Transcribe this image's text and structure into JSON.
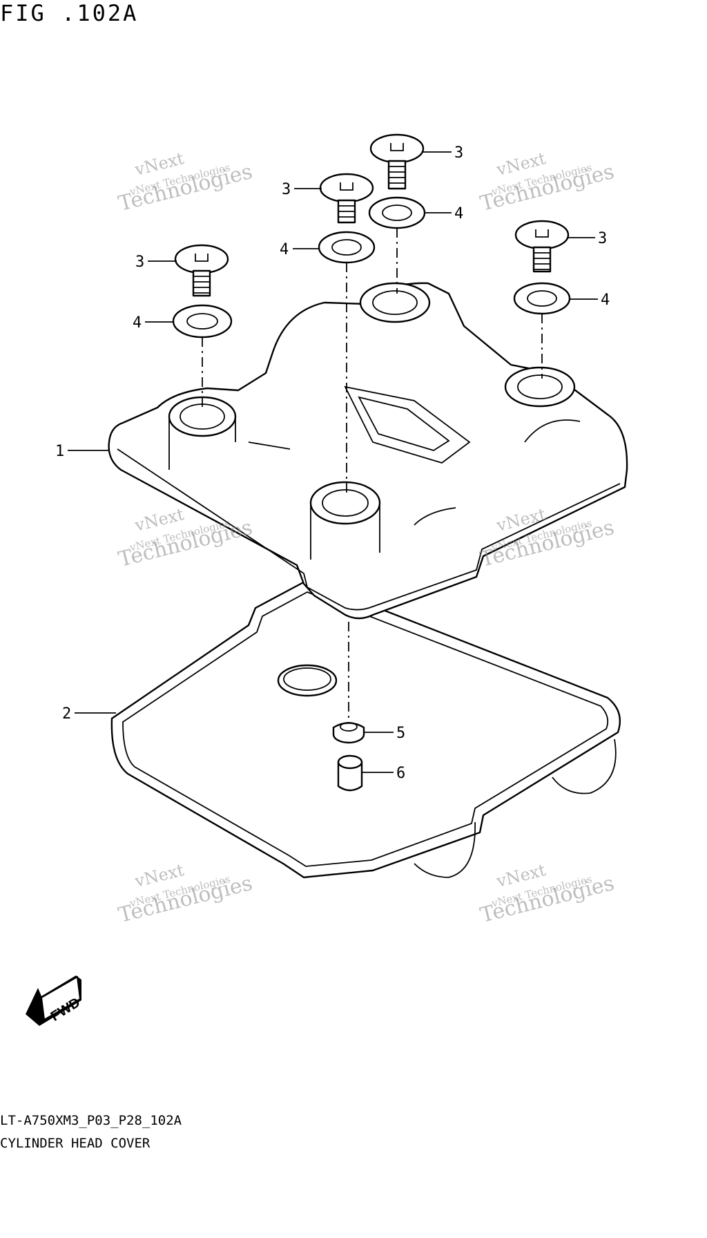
{
  "figure_title": "FIG .102A",
  "watermark": {
    "line1": "vNext",
    "line2": "vNext Technologies",
    "line3": "Technologies"
  },
  "callouts": [
    "1",
    "2",
    "3",
    "3",
    "3",
    "3",
    "4",
    "4",
    "4",
    "4",
    "5",
    "6"
  ],
  "fwd_label": "FWD",
  "footer": {
    "code": "LT-A750XM3_P03_P28_102A",
    "caption": "CYLINDER HEAD COVER"
  }
}
